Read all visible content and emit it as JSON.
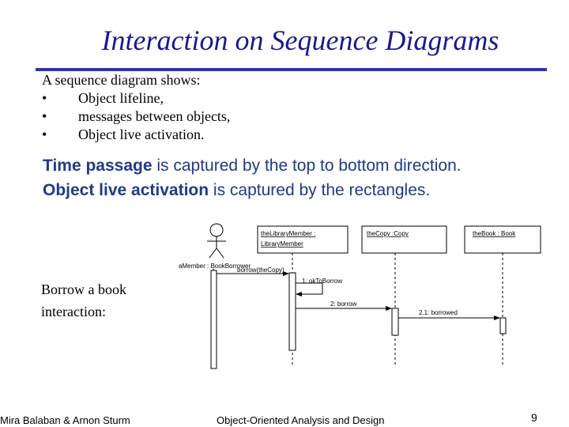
{
  "slide": {
    "title": "Interaction on Sequence Diagrams",
    "intro": "A sequence diagram shows:",
    "bullets": [
      "Object lifeline,",
      "messages between objects,",
      "Object live activation."
    ],
    "bullet_symbol": "•",
    "line1_bold": "Time passage",
    "line1_rest": " is captured by the top to bottom direction.",
    "line2_bold": "Object live activation",
    "line2_rest": " is captured by the rectangles.",
    "caption_line1": "Borrow a book",
    "caption_line2": "interaction:",
    "accent_color": "#1a1a8c"
  },
  "diagram": {
    "actor_label": "aMember : BookBorrower",
    "objects": [
      {
        "label_line1": "theLibraryMember :",
        "label_line2": "LibraryMember"
      },
      {
        "label_line1": "theCopy :Copy",
        "label_line2": ""
      },
      {
        "label_line1": "theBook : Book",
        "label_line2": ""
      }
    ],
    "messages": [
      "borrow(theCopy)",
      "1: okToBorrow",
      "2: borrow",
      "2.1: borrowed"
    ]
  },
  "footer": {
    "authors": "Mira Balaban  &  Arnon Sturm",
    "course": "Object-Oriented Analysis and Design",
    "page": "9"
  }
}
